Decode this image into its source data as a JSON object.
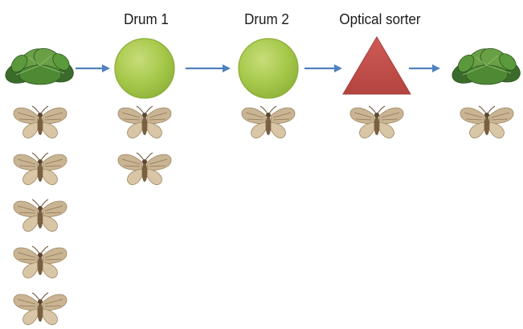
{
  "stages": [
    {
      "key": "input",
      "label": "",
      "shape": "spinach-icon",
      "moth_count": 5
    },
    {
      "key": "drum1",
      "label": "Drum 1",
      "shape": "green-circle",
      "moth_count": 2
    },
    {
      "key": "drum2",
      "label": "Drum 2",
      "shape": "green-circle",
      "moth_count": 1
    },
    {
      "key": "sorter",
      "label": "Optical sorter",
      "shape": "red-triangle",
      "moth_count": 1
    },
    {
      "key": "output",
      "label": "",
      "shape": "spinach-icon",
      "moth_count": 1
    }
  ],
  "colors": {
    "drum_fill": "#a6c84a",
    "drum_stroke": "#8aab35",
    "sorter_fill": "#c0504d",
    "arrow": "#4f81bd",
    "spinach_dark": "#3a6b2a",
    "spinach_light": "#6aa045",
    "moth_wing": "#c9b493",
    "moth_body": "#7a6040"
  }
}
